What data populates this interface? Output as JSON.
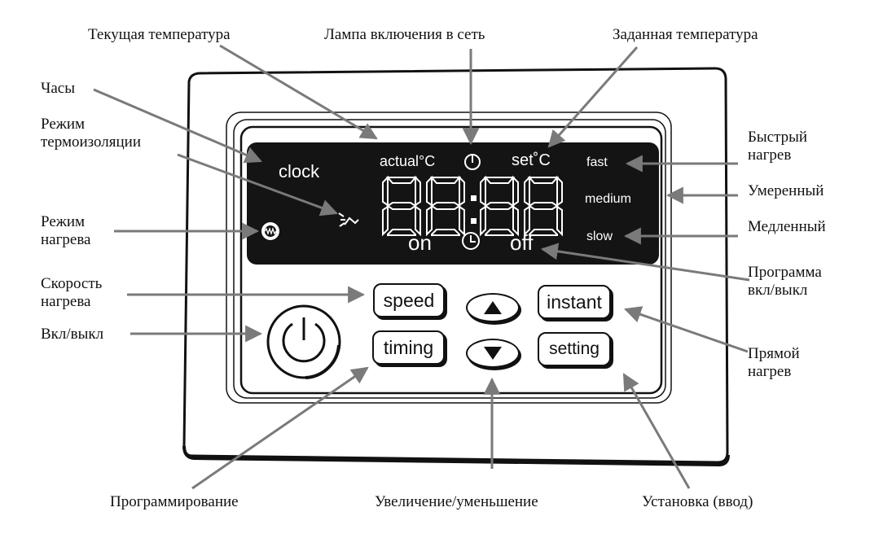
{
  "callouts": {
    "current_temp": "Текущая температура",
    "power_lamp": "Лампа включения в сеть",
    "set_temp": "Заданная температура",
    "clock": "Часы",
    "insulation_mode": "Режим\nтермоизоляции",
    "heating_mode": "Режим\nнагрева",
    "speed_heat": "Скорость\nнагрева",
    "on_off": "Вкл/выкл",
    "fast_heat": "Быстрый\nнагрев",
    "moderate": "Умеренный",
    "slow": "Медленный",
    "program_on_off": "Программа\nвкл/выкл",
    "direct_heat": "Прямой\nнагрев",
    "programming": "Программирование",
    "inc_dec": "Увеличение/уменьшение",
    "setting_enter": "Установка (ввод)"
  },
  "lcd": {
    "clock": "clock",
    "actual": "actual°C",
    "set": "set˚C",
    "fast": "fast",
    "medium": "medium",
    "slow": "slow",
    "on": "on",
    "off": "off",
    "digits": "88:88"
  },
  "buttons": {
    "speed": "speed",
    "timing": "timing",
    "instant": "instant",
    "setting": "setting"
  },
  "colors": {
    "lcd_background": "#141414",
    "lcd_segment": "#ffffff",
    "arrow": "#7a7a7a",
    "outline": "#111111"
  },
  "icons": [
    "power-lamp-icon",
    "timer-clock-icon",
    "heating-mode-icon",
    "insulation-mode-icon",
    "power-icon",
    "arrow-up-icon",
    "arrow-down-icon"
  ]
}
